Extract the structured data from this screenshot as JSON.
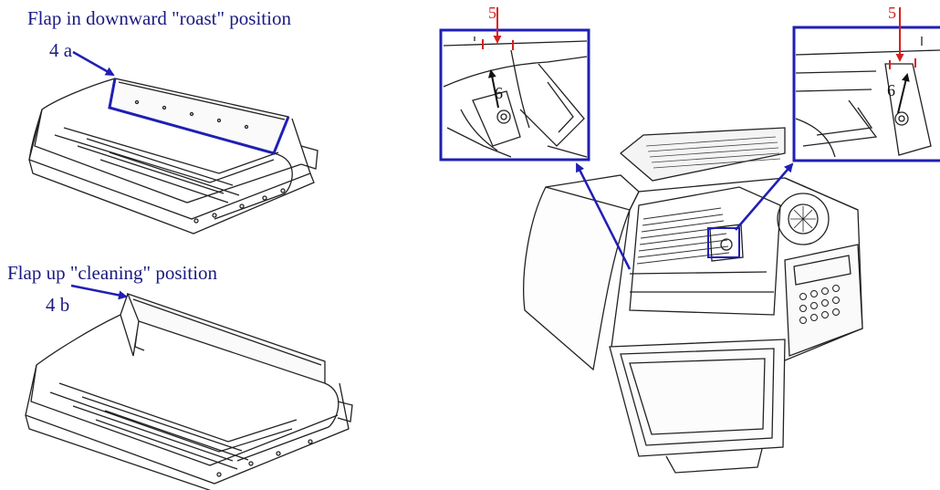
{
  "labels": {
    "roast_caption": "Flap in downward \"roast\" position",
    "roast_tag": "4 a",
    "cleaning_caption": "Flap up \"cleaning\" position",
    "cleaning_tag": "4 b",
    "left_detail_num5": "5",
    "left_detail_num6": "6",
    "right_detail_num5": "5",
    "right_detail_num6": "6"
  },
  "colors": {
    "callout_blue": "#1f1fb4",
    "marker_red": "#d42020",
    "line_art": "#222222",
    "caption_text": "#1a1a80"
  }
}
